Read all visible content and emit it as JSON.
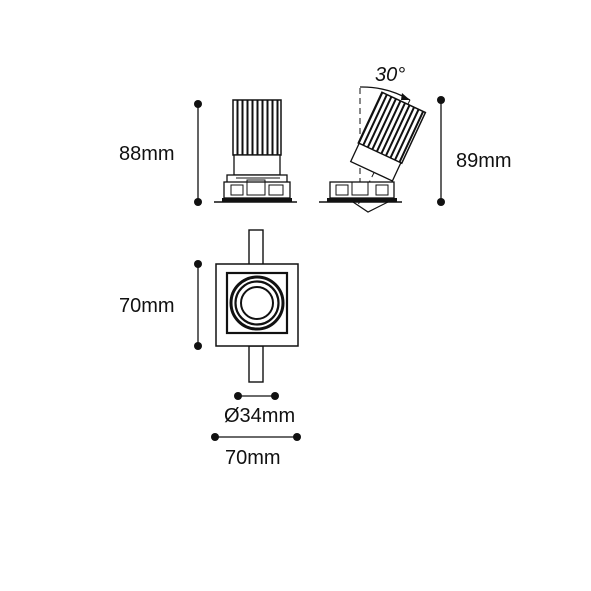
{
  "dimensions": {
    "side_height": "88mm",
    "tilted_height": "89mm",
    "tilt_angle": "30°",
    "top_width": "70mm",
    "aperture_diameter": "Ø34mm",
    "overall_width": "70mm"
  },
  "colors": {
    "line": "#111111",
    "background": "#ffffff"
  }
}
